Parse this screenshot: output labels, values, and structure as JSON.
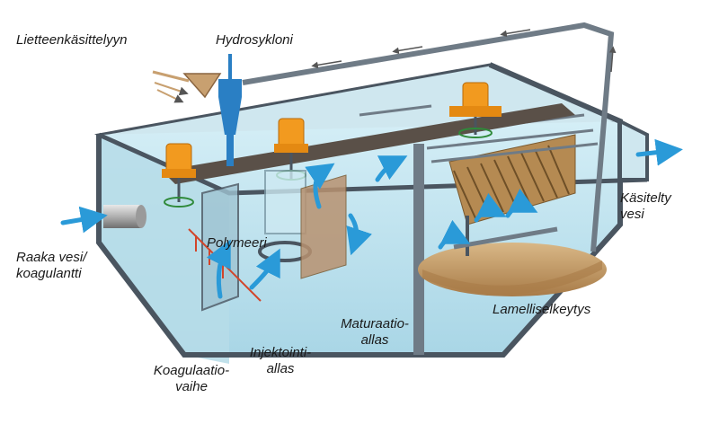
{
  "labels": {
    "sludge_handling": "Lietteenkäsittelyyn",
    "hydrocyclone": "Hydrosykloni",
    "raw_water_line1": "Raaka vesi/",
    "raw_water_line2": "koagulantti",
    "polymer": "Polymeeri",
    "treated_line1": "Käsitelty",
    "treated_line2": "vesi",
    "lamella": "Lamelliselkeytys",
    "maturation_line1": "Maturaatio-",
    "maturation_line2": "allas",
    "injection_line1": "Injektointi-",
    "injection_line2": "allas",
    "coagulation_line1": "Koagulaatio-",
    "coagulation_line2": "vaihe"
  },
  "colors": {
    "water": "#bfe3ee",
    "tank_frame": "#4a5560",
    "flow_arrow": "#2a9ad8",
    "mixer": "#f29a1f",
    "sludge": "#c49a63",
    "walkway": "#5a5048"
  }
}
